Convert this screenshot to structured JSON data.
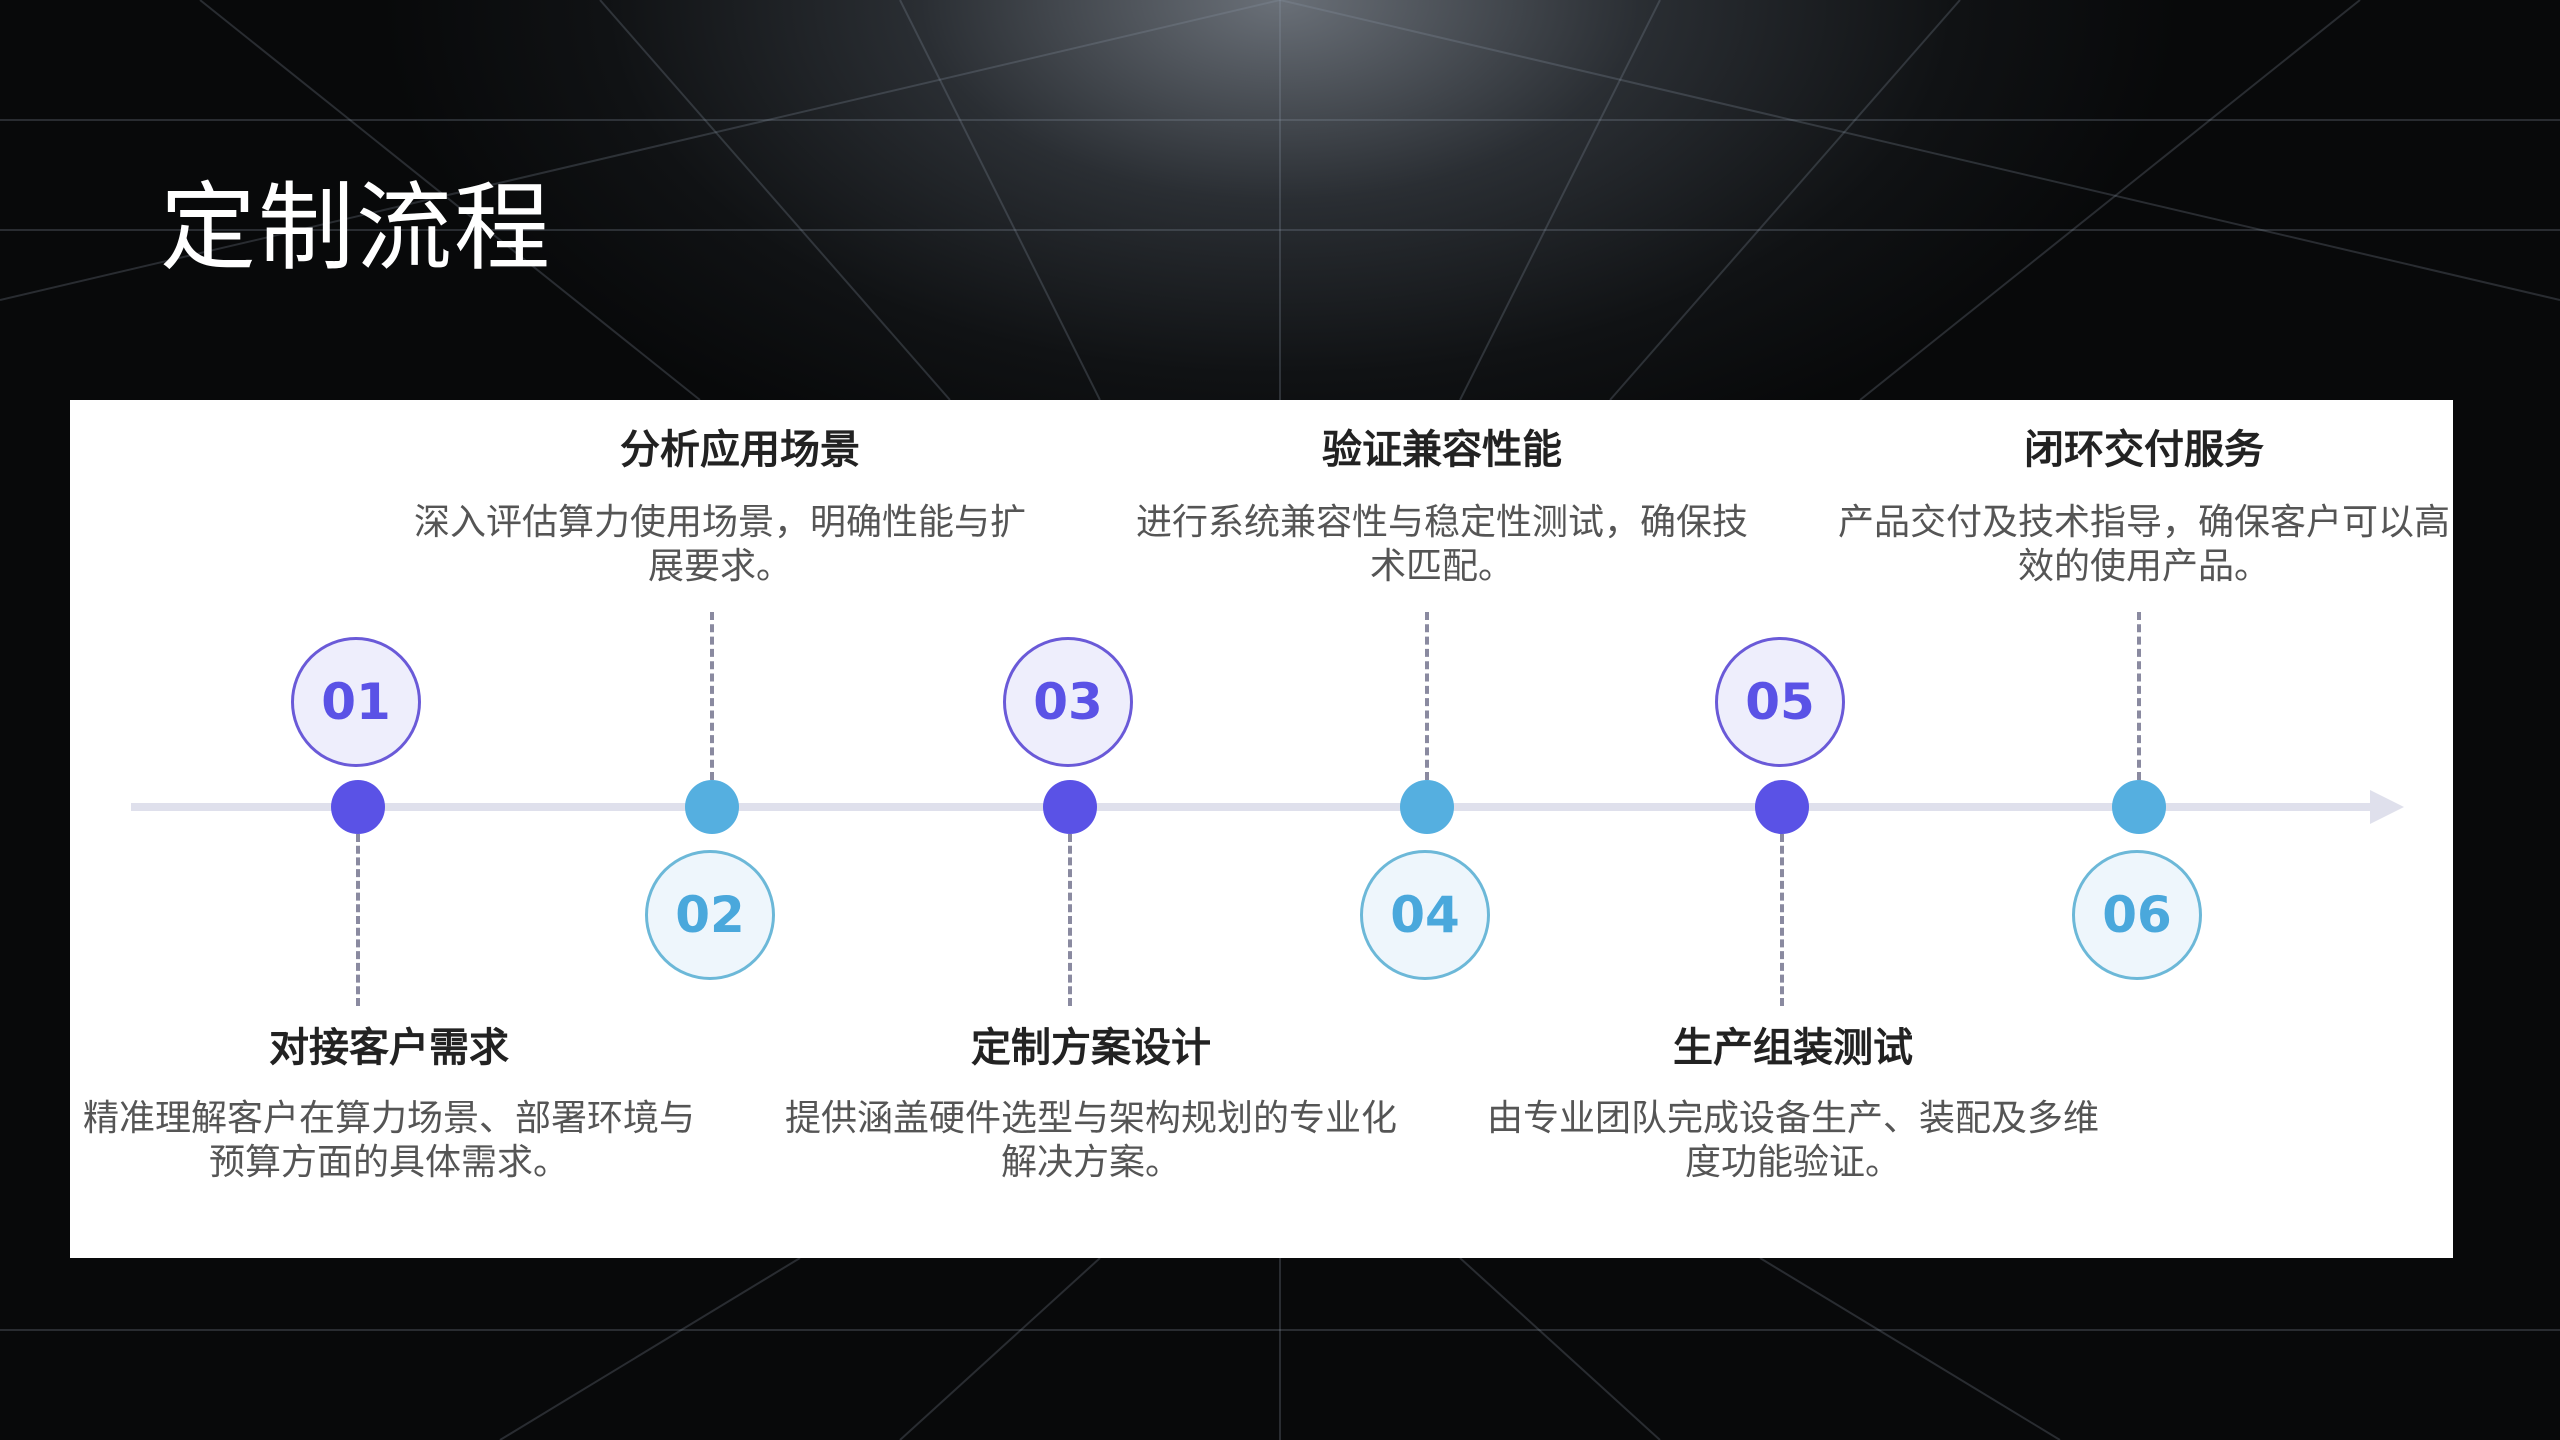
{
  "title": "定制流程",
  "colors": {
    "purple": "#5a52e6",
    "blue": "#4aa8dc",
    "axis": "#dfe0ec"
  },
  "steps": [
    {
      "num": "01",
      "heading": "对接客户需求",
      "desc": "精准理解客户在算力场景、部署环境与预算方面的具体需求。"
    },
    {
      "num": "02",
      "heading": "分析应用场景",
      "desc": "深入评估算力使用场景，明确性能与扩展要求。"
    },
    {
      "num": "03",
      "heading": "定制方案设计",
      "desc": "提供涵盖硬件选型与架构规划的专业化解决方案。"
    },
    {
      "num": "04",
      "heading": "验证兼容性能",
      "desc": "进行系统兼容性与稳定性测试，确保技术匹配。"
    },
    {
      "num": "05",
      "heading": "生产组装测试",
      "desc": "由专业团队完成设备生产、装配及多维度功能验证。"
    },
    {
      "num": "06",
      "heading": "闭环交付服务",
      "desc": "产品交付及技术指导，确保客户可以高效的使用产品。"
    }
  ]
}
